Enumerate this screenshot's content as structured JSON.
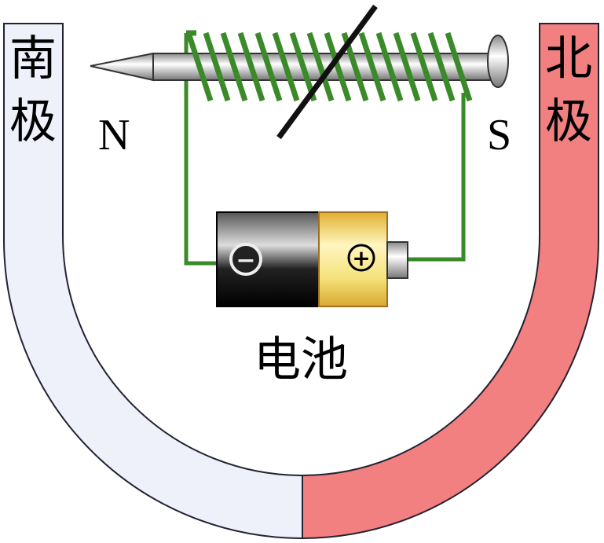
{
  "labels": {
    "south_pole": "南极",
    "north_pole": "北极",
    "nail_n": "N",
    "nail_s": "S",
    "battery": "电池",
    "negative": "−",
    "positive": "+"
  },
  "colors": {
    "south_arm": "#eef0fa",
    "north_arm": "#f28080",
    "coil": "#3a8a2a",
    "battery_neg": "#222222",
    "battery_pos": "#f5e27a"
  }
}
